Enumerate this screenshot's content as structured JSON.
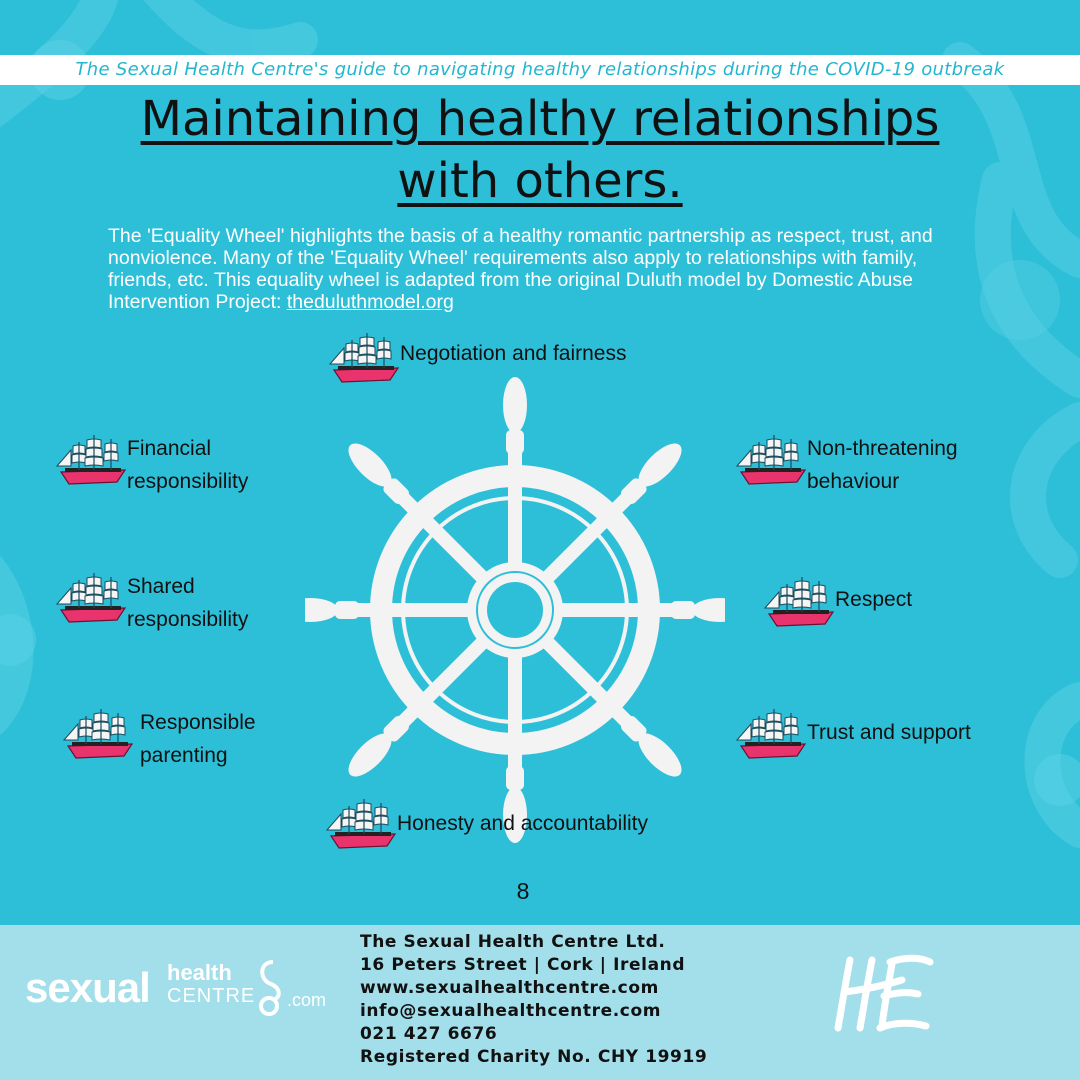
{
  "banner": "The Sexual Health Centre's guide to navigating healthy relationships during the COVID-19 outbreak",
  "title_lines": [
    "Maintaining healthy relationships ",
    "with others."
  ],
  "intro": {
    "text": "The 'Equality Wheel' highlights the basis of a healthy romantic partnership as  respect, trust, and nonviolence. Many of the 'Equality Wheel' requirements also apply to relationships with family, friends, etc. This equality wheel is adapted from the original Duluth model by Domestic Abuse Intervention Project: ",
    "link": "theduluthmodel.org "
  },
  "wheel_items": {
    "top": "Negotiation and fairness",
    "upper_left": [
      "Financial",
      "responsibility"
    ],
    "mid_left": [
      "Shared",
      "responsibility"
    ],
    "lower_left": [
      "Responsible",
      "parenting"
    ],
    "upper_right": [
      "Non-threatening",
      "behaviour"
    ],
    "mid_right": "Respect",
    "lower_right": "Trust and support",
    "bottom": "Honesty and accountability"
  },
  "icons": {
    "wheel": "ship-wheel-icon",
    "item_marker": "sailing-ship-icon",
    "logo": "sexual-health-centre-logo",
    "hse": "hse-logo"
  },
  "page_number": "8",
  "logo": {
    "word1": "sexual",
    "word2": "health",
    "word3": "CENTRE",
    "suffix": ".com"
  },
  "contact": [
    "The Sexual Health Centre Ltd.",
    "16 Peters Street  |  Cork  |  Ireland",
    "www.sexualhealthcentre.com",
    "info@sexualhealthcentre.com",
    "021 427 6676",
    "Registered Charity No. CHY 19919"
  ],
  "colors": {
    "background": "#2ebfd8",
    "footer": "#a2dfea",
    "banner_text": "#22b7cf",
    "ship_hull": "#e8336d"
  }
}
